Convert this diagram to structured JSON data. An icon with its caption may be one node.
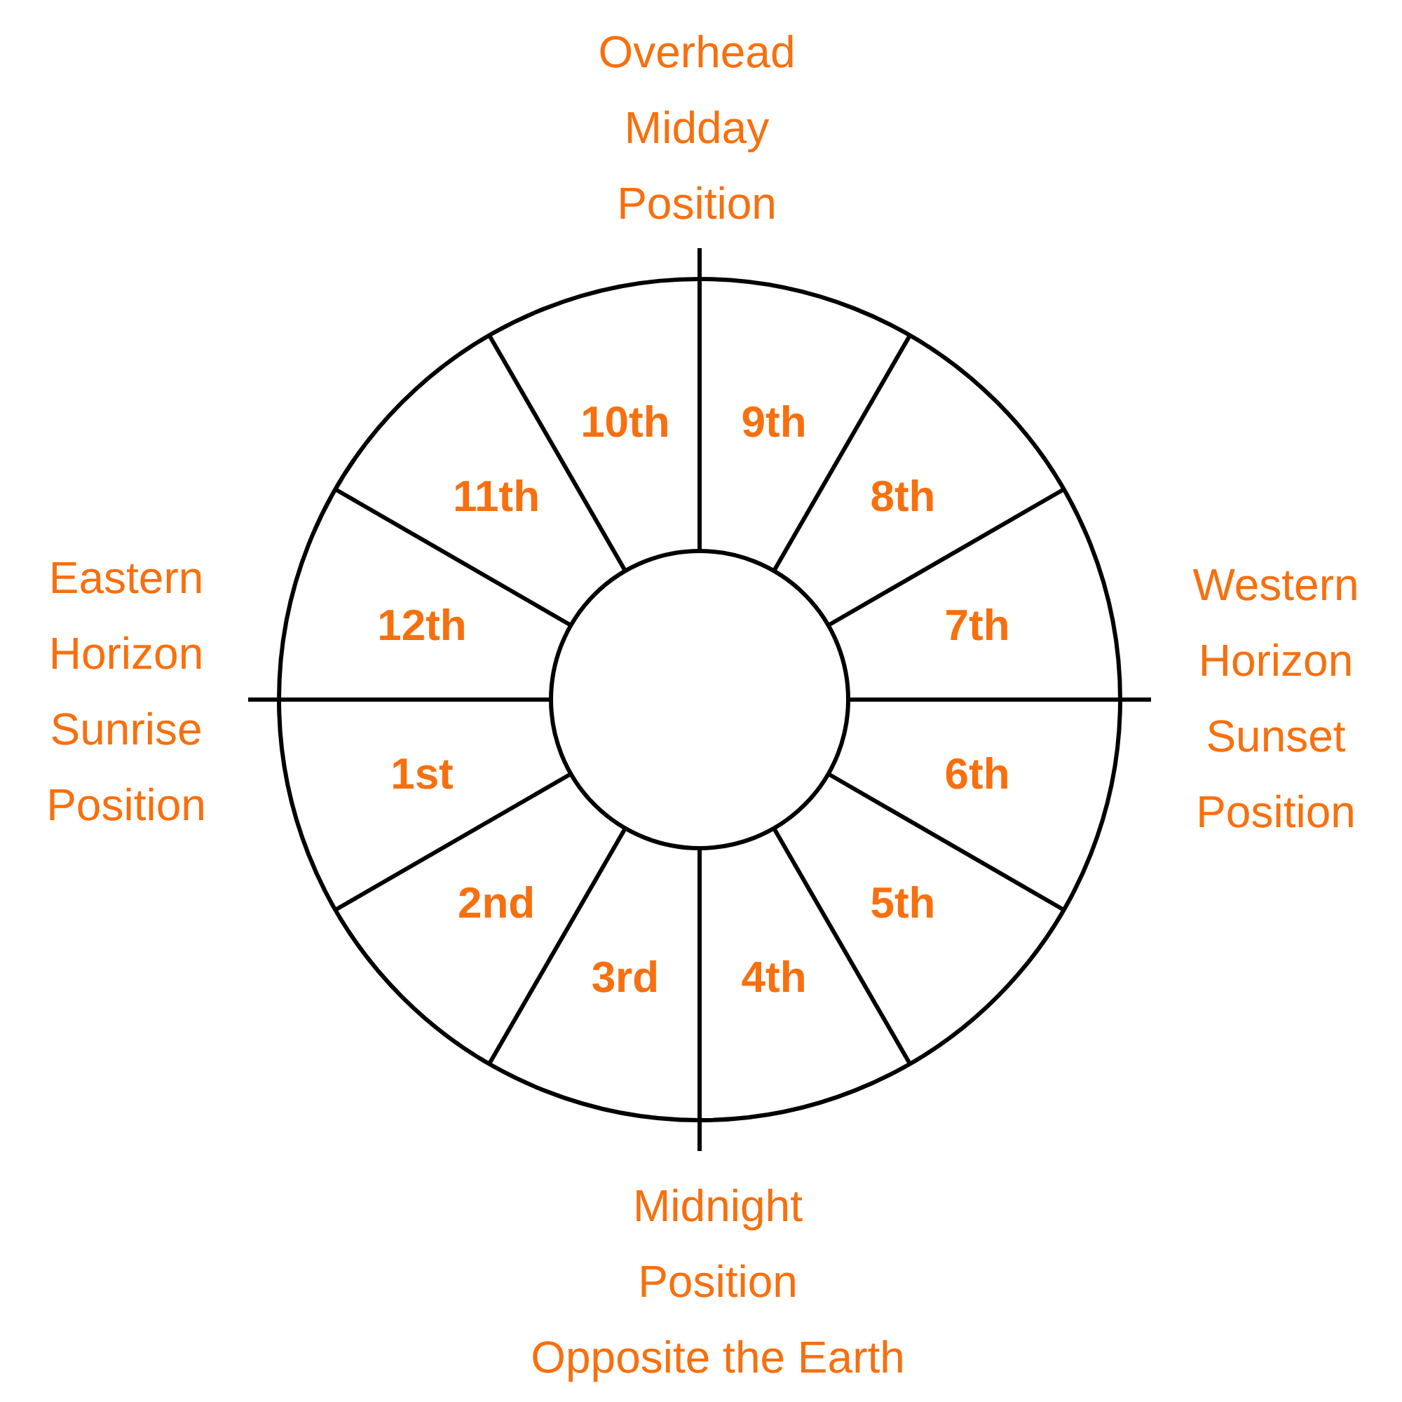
{
  "diagram": {
    "nodes": [
      {
        "text": [
          "1st"
        ]
      },
      {
        "text": [
          "2nd"
        ]
      },
      {
        "text": [
          "3rd"
        ]
      },
      {
        "text": [
          "4th"
        ]
      },
      {
        "text": [
          "5th"
        ]
      },
      {
        "text": [
          "6th"
        ]
      },
      {
        "text": [
          "7th"
        ]
      },
      {
        "text": [
          "8th"
        ]
      },
      {
        "text": [
          "9th"
        ]
      },
      {
        "text": [
          "10th"
        ]
      },
      {
        "text": [
          "11th"
        ]
      },
      {
        "text": [
          "12th"
        ]
      }
    ],
    "labels": [
      "Overhead Midday Position",
      "Eastern Horizon Sunrise Position",
      "Western Horizon Sunset Position",
      "Midnight Position Opposite the Earth"
    ]
  }
}
